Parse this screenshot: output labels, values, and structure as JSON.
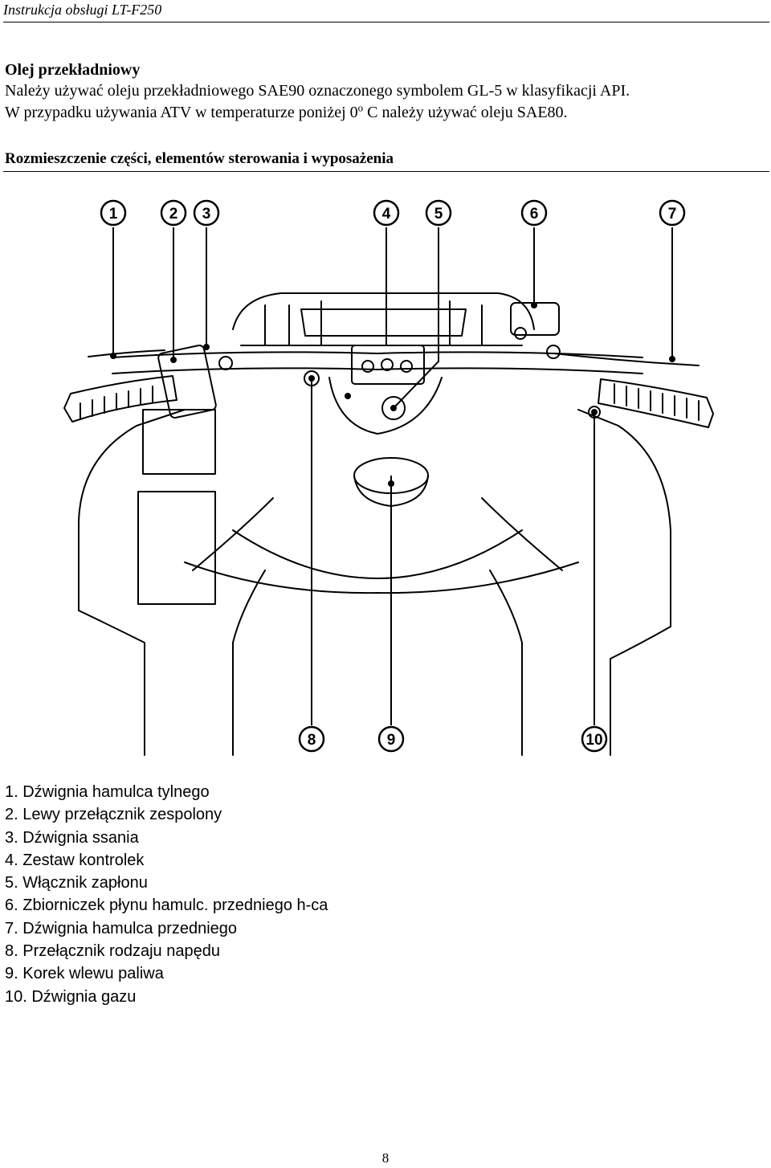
{
  "header": {
    "running_title": "Instrukcja obsługi LT-F250"
  },
  "section": {
    "title": "Olej przekładniowy",
    "para1": "Należy używać oleju przekładniowego SAE90 oznaczonego symbolem GL-5 w klasyfikacji API.",
    "para2_before": "W przypadku używania ATV w temperaturze poniżej 0",
    "para2_sup": "o",
    "para2_after": " C należy używać oleju SAE80."
  },
  "subsection": {
    "title": "Rozmieszczenie części, elementów sterowania i wyposażenia"
  },
  "diagram": {
    "callouts": [
      "1",
      "2",
      "3",
      "4",
      "5",
      "6",
      "7",
      "8",
      "9",
      "10"
    ]
  },
  "legend": {
    "items": [
      "1. Dźwignia hamulca tylnego",
      "2. Lewy przełącznik zespolony",
      "3. Dźwignia ssania",
      "4. Zestaw kontrolek",
      "5. Włącznik zapłonu",
      "6. Zbiorniczek płynu hamulc. przedniego h-ca",
      "7. Dźwignia hamulca przedniego",
      "8. Przełącznik rodzaju napędu",
      "9. Korek wlewu paliwa",
      "10. Dźwignia gazu"
    ]
  },
  "footer": {
    "page_number": "8"
  }
}
